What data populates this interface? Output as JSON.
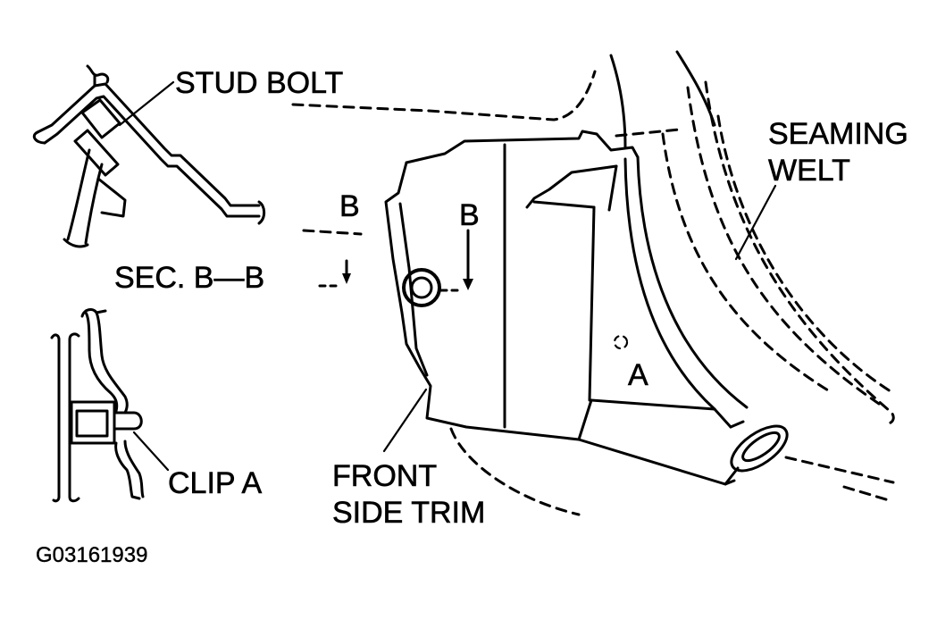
{
  "labels": {
    "stud_bolt": "STUD BOLT",
    "seaming_welt_line1": "SEAMING",
    "seaming_welt_line2": "WELT",
    "section_b_left": "B",
    "section_b_right": "B",
    "section_title": "SEC. B—B",
    "clip_a_marker": "A",
    "clip_a_detail": "CLIP A",
    "front_side_trim_line1": "FRONT",
    "front_side_trim_line2": "SIDE TRIM",
    "figure_id": "G03161939"
  },
  "colors": {
    "line": "#000000",
    "background": "#ffffff"
  }
}
